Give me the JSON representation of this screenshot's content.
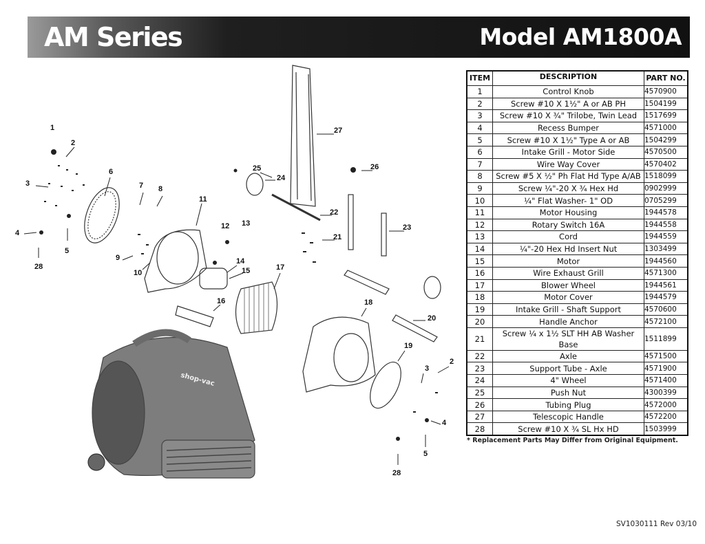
{
  "header": {
    "series": "AM Series",
    "model": "Model AM1800A"
  },
  "table": {
    "columns": [
      "ITEM",
      "DESCRIPTION",
      "PART NO."
    ],
    "rows": [
      [
        "1",
        "Control Knob",
        "4570900"
      ],
      [
        "2",
        "Screw #10 X 1½\" A or AB PH",
        "1504199"
      ],
      [
        "3",
        "Screw #10 X ¾\" Trilobe, Twin Lead",
        "1517699"
      ],
      [
        "4",
        "Recess Bumper",
        "4571000"
      ],
      [
        "5",
        "Screw #10 X 1½\" Type A or AB",
        "1504299"
      ],
      [
        "6",
        "Intake Grill - Motor Side",
        "4570500"
      ],
      [
        "7",
        "Wire Way Cover",
        "4570402"
      ],
      [
        "8",
        "Screw #5 X ½\" Ph Flat Hd Type A/AB",
        "1518099"
      ],
      [
        "9",
        "Screw ¼\"-20 X ¾ Hex Hd",
        "0902999"
      ],
      [
        "10",
        "¼\" Flat Washer- 1\" OD",
        "0705299"
      ],
      [
        "11",
        "Motor Housing",
        "1944578"
      ],
      [
        "12",
        "Rotary Switch 16A",
        "1944558"
      ],
      [
        "13",
        "Cord",
        "1944559"
      ],
      [
        "14",
        "¼\"-20 Hex Hd Insert Nut",
        "1303499"
      ],
      [
        "15",
        "Motor",
        "1944560"
      ],
      [
        "16",
        "Wire Exhaust Grill",
        "4571300"
      ],
      [
        "17",
        "Blower Wheel",
        "1944561"
      ],
      [
        "18",
        "Motor Cover",
        "1944579"
      ],
      [
        "19",
        "Intake Grill - Shaft Support",
        "4570600"
      ],
      [
        "20",
        "Handle Anchor",
        "4572100"
      ],
      [
        "21",
        "Screw ¼ x 1½ SLT HH AB Washer Base",
        "1511899"
      ],
      [
        "22",
        "Axle",
        "4571500"
      ],
      [
        "23",
        "Support Tube - Axle",
        "4571900"
      ],
      [
        "24",
        "4\" Wheel",
        "4571400"
      ],
      [
        "25",
        "Push Nut",
        "4300399"
      ],
      [
        "26",
        "Tubing Plug",
        "4572000"
      ],
      [
        "27",
        "Telescopic Handle",
        "4572200"
      ],
      [
        "28",
        "Screw #10 X ¾ SL Hx HD",
        "1503999"
      ]
    ]
  },
  "note": "* Replacement Parts May Differ from Original Equipment.",
  "footer": "SV1030111 Rev 03/10",
  "diagram": {
    "callouts": [
      "1",
      "2",
      "3",
      "4",
      "5",
      "28",
      "6",
      "7",
      "8",
      "11",
      "12",
      "13",
      "9",
      "10",
      "14",
      "15",
      "16",
      "17",
      "27",
      "25",
      "24",
      "26",
      "22",
      "21",
      "23",
      "18",
      "20",
      "19",
      "2",
      "3",
      "4",
      "5",
      "28"
    ],
    "logo": "shop-vac"
  }
}
